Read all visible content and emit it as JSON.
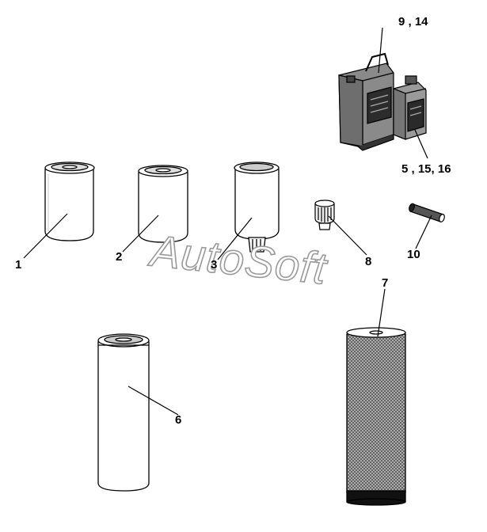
{
  "watermark": "AutoSoft",
  "callouts": {
    "c1": "1",
    "c2": "2",
    "c3": "3",
    "c5": "5 , 15, 16",
    "c6": "6",
    "c7": "7",
    "c8": "8",
    "c9": "9 , 14",
    "c10": "10"
  }
}
